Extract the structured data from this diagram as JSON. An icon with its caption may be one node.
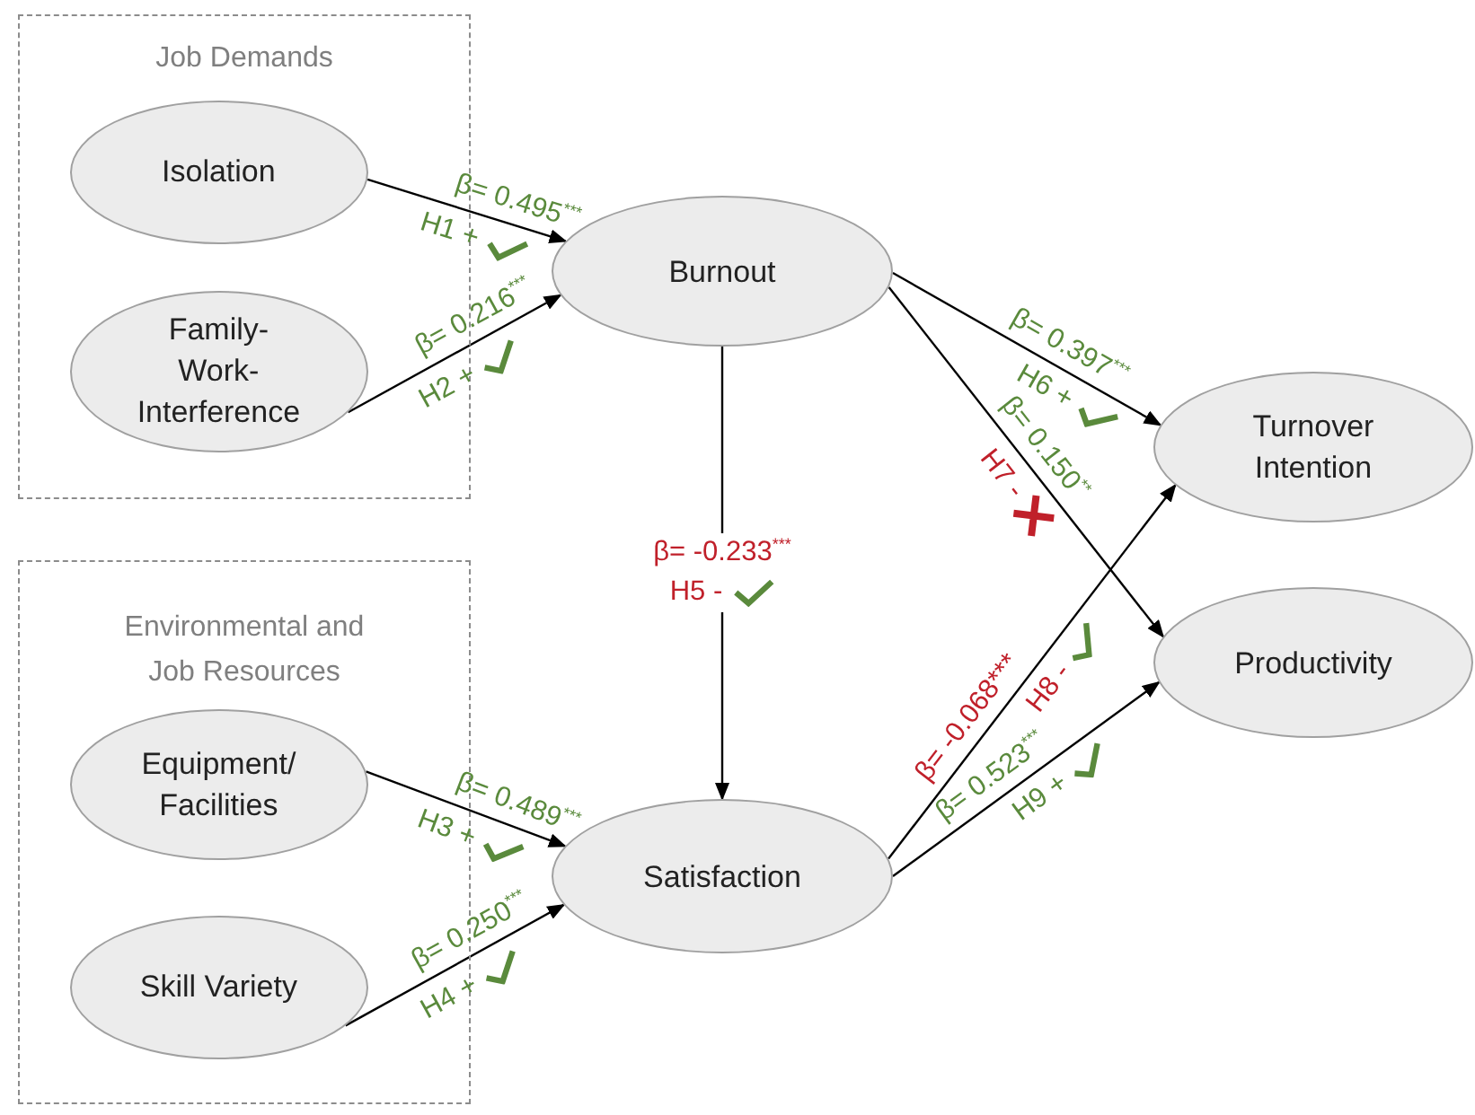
{
  "diagram": {
    "nodes": [
      {
        "text": [
          "Job Demands"
        ]
      },
      {
        "text": [
          "Isolation"
        ],
        "in": 0
      },
      {
        "text": [
          "Family-Work-Interference"
        ],
        "in": 0
      },
      {
        "text": [
          "Environmental and Job Resources"
        ]
      },
      {
        "text": [
          "Equipment/ Facilities"
        ],
        "in": 3
      },
      {
        "text": [
          "Skill Variety"
        ],
        "in": 3
      },
      {
        "text": [
          "Burnout"
        ]
      },
      {
        "text": [
          "Satisfaction"
        ]
      },
      {
        "text": [
          "Turnover Intention"
        ]
      },
      {
        "text": [
          "Productivity"
        ]
      }
    ],
    "edges": [
      {
        "from": 1,
        "to": 6,
        "arrow": "to",
        "label": "β= 0.495$^{***}$"
      },
      {
        "from": 2,
        "to": 6,
        "arrow": "to",
        "label": "β= 0.216$^{***}$"
      },
      {
        "from": 4,
        "to": 7,
        "arrow": "to",
        "label": "β= 0.489$^{***}$"
      },
      {
        "from": 5,
        "to": 7,
        "arrow": "to",
        "label": "β= 0.250$^{***}$"
      },
      {
        "from": 6,
        "to": 7,
        "arrow": "to",
        "label": "β= -0.233$^{***}$"
      },
      {
        "from": 6,
        "to": 8,
        "arrow": "to",
        "label": "β= 0.397$^{***}$"
      },
      {
        "from": 6,
        "to": 9,
        "arrow": "to",
        "label": "β= 0.150$^{**}$"
      },
      {
        "from": 7,
        "to": 8,
        "arrow": "to",
        "label": "β= -0.068***"
      },
      {
        "from": 7,
        "to": 9,
        "arrow": "to",
        "label": "β= 0.523$^{***}$"
      }
    ],
    "labels": [
      "H1 +",
      "H2 +",
      "H3 +",
      "H4 +",
      "H5 -",
      "H6 +",
      "H7 -",
      "H8 -",
      "H9 +"
    ]
  }
}
